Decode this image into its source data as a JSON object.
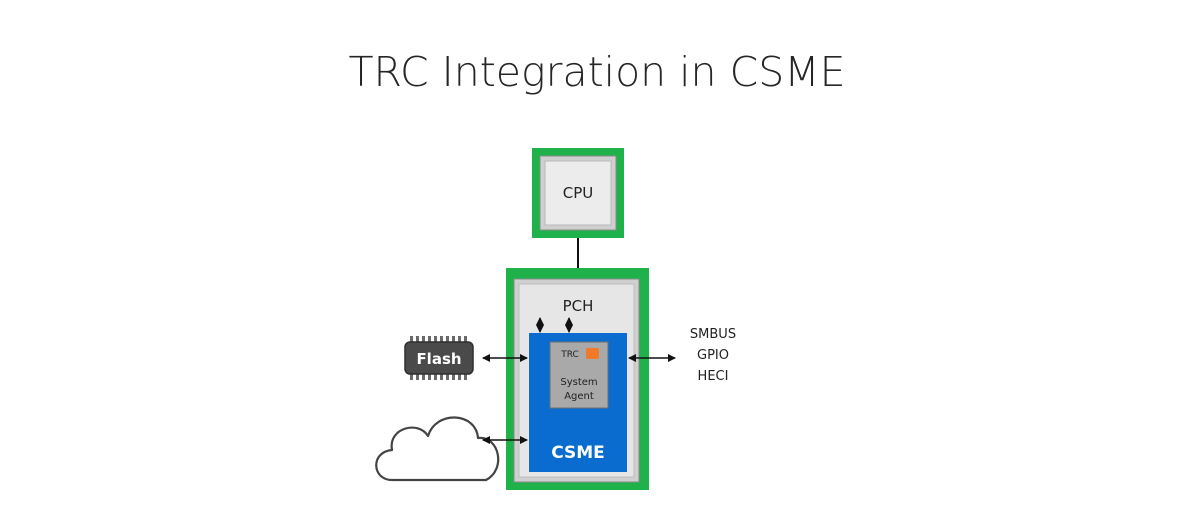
{
  "title": "TRC Integration in CSME",
  "diagram": {
    "cpu_label": "CPU",
    "pch_label": "PCH",
    "csme_label": "CSME",
    "trc_label": "TRC",
    "system_agent_lines": [
      "System",
      "Agent"
    ],
    "flash_label": "Flash",
    "interfaces": [
      "SMBUS",
      "GPIO",
      "HECI"
    ],
    "colors": {
      "green_border": "#1fb24a",
      "csme_blue": "#0a6ccf",
      "trc_orange": "#f07a2a",
      "box_gray": "#e3e3e3",
      "chip_gray": "#5a5a5a"
    }
  }
}
